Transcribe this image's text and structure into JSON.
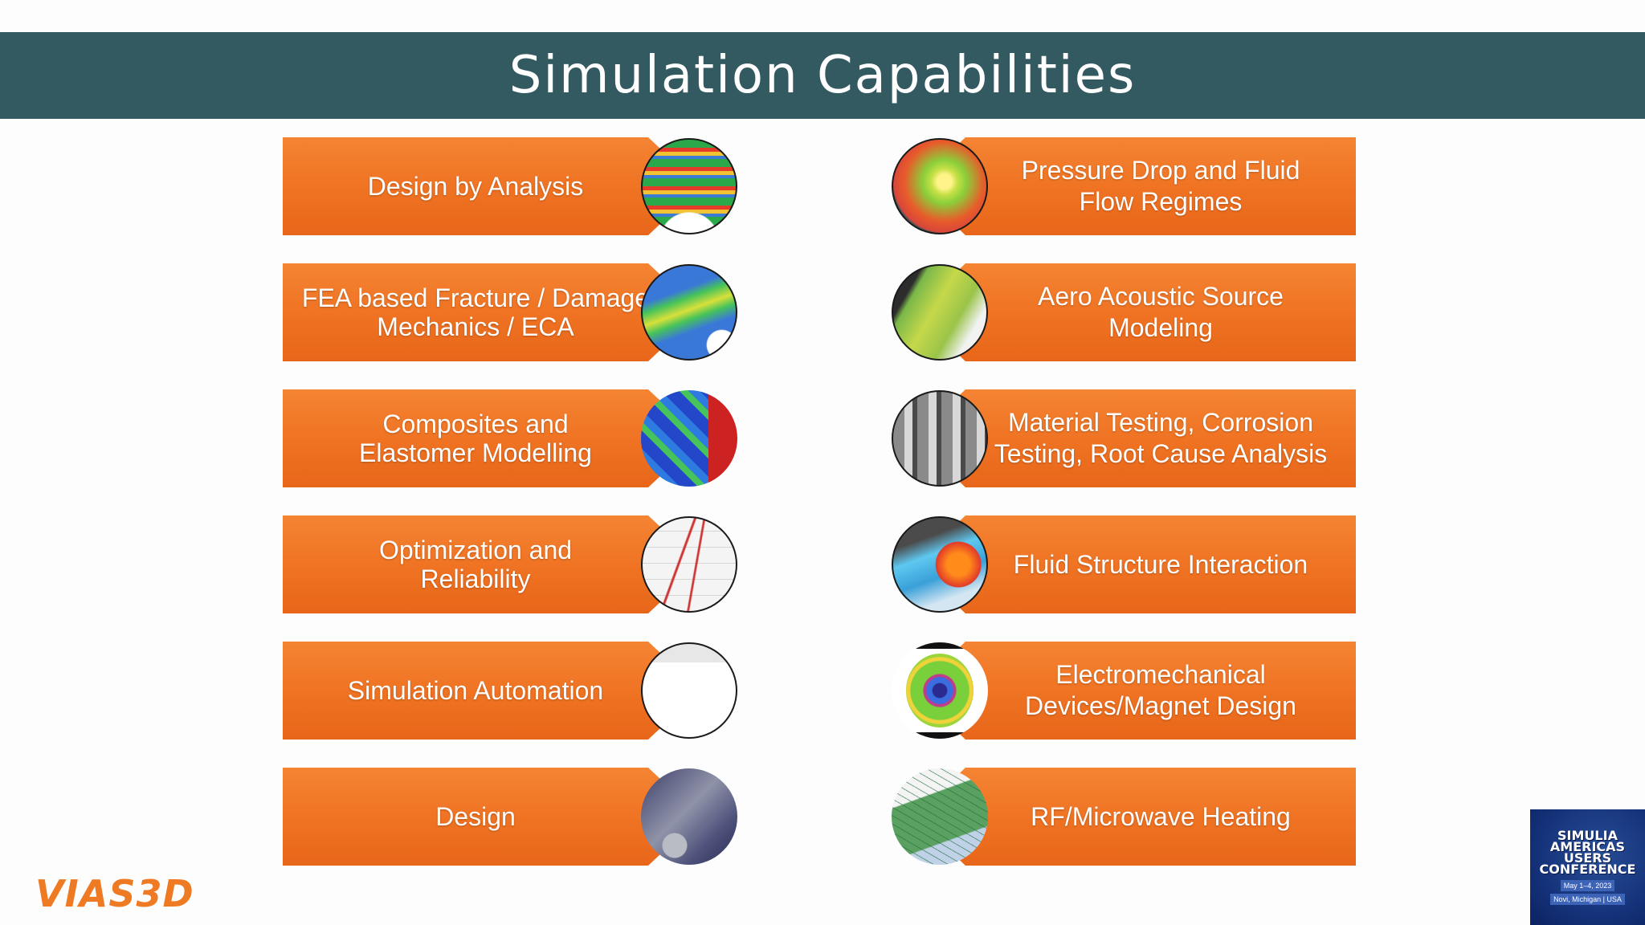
{
  "title": "Simulation Capabilities",
  "left_items": [
    {
      "label": "Design by Analysis",
      "image": "pressure-vessel-fea-image"
    },
    {
      "label": "FEA based Fracture / Damage Mechanics / ECA",
      "image": "fracture-mesh-image"
    },
    {
      "label": "Composites and Elastomer Modelling",
      "image": "composite-model-image"
    },
    {
      "label": "Optimization and Reliability",
      "image": "reliability-plot-image"
    },
    {
      "label": "Simulation Automation",
      "image": "automation-gui-image"
    },
    {
      "label": "Design",
      "image": "cad-part-image"
    }
  ],
  "right_items": [
    {
      "label": "Pressure Drop and Fluid Flow Regimes",
      "image": "cfd-impeller-image"
    },
    {
      "label": "Aero Acoustic Source Modeling",
      "image": "acoustic-surface-image"
    },
    {
      "label": "Material Testing, Corrosion Testing, Root Cause Analysis",
      "image": "lab-equipment-image"
    },
    {
      "label": "Fluid Structure Interaction",
      "image": "fsi-simulation-image"
    },
    {
      "label": "Electromechanical Devices/Magnet Design",
      "image": "motor-cross-section-image"
    },
    {
      "label": "RF/Microwave Heating",
      "image": "microwave-board-image"
    }
  ],
  "logo_text": "VIAS3D",
  "conference_badge": {
    "lines": [
      "SIMULIA",
      "AMERICAS",
      "USERS",
      "CONFERENCE"
    ],
    "dates": "May 1–4, 2023",
    "location": "Novi, Michigan | USA"
  },
  "colors": {
    "title_bar": "#335a60",
    "accent": "#ef7222",
    "badge": "#15337a"
  }
}
